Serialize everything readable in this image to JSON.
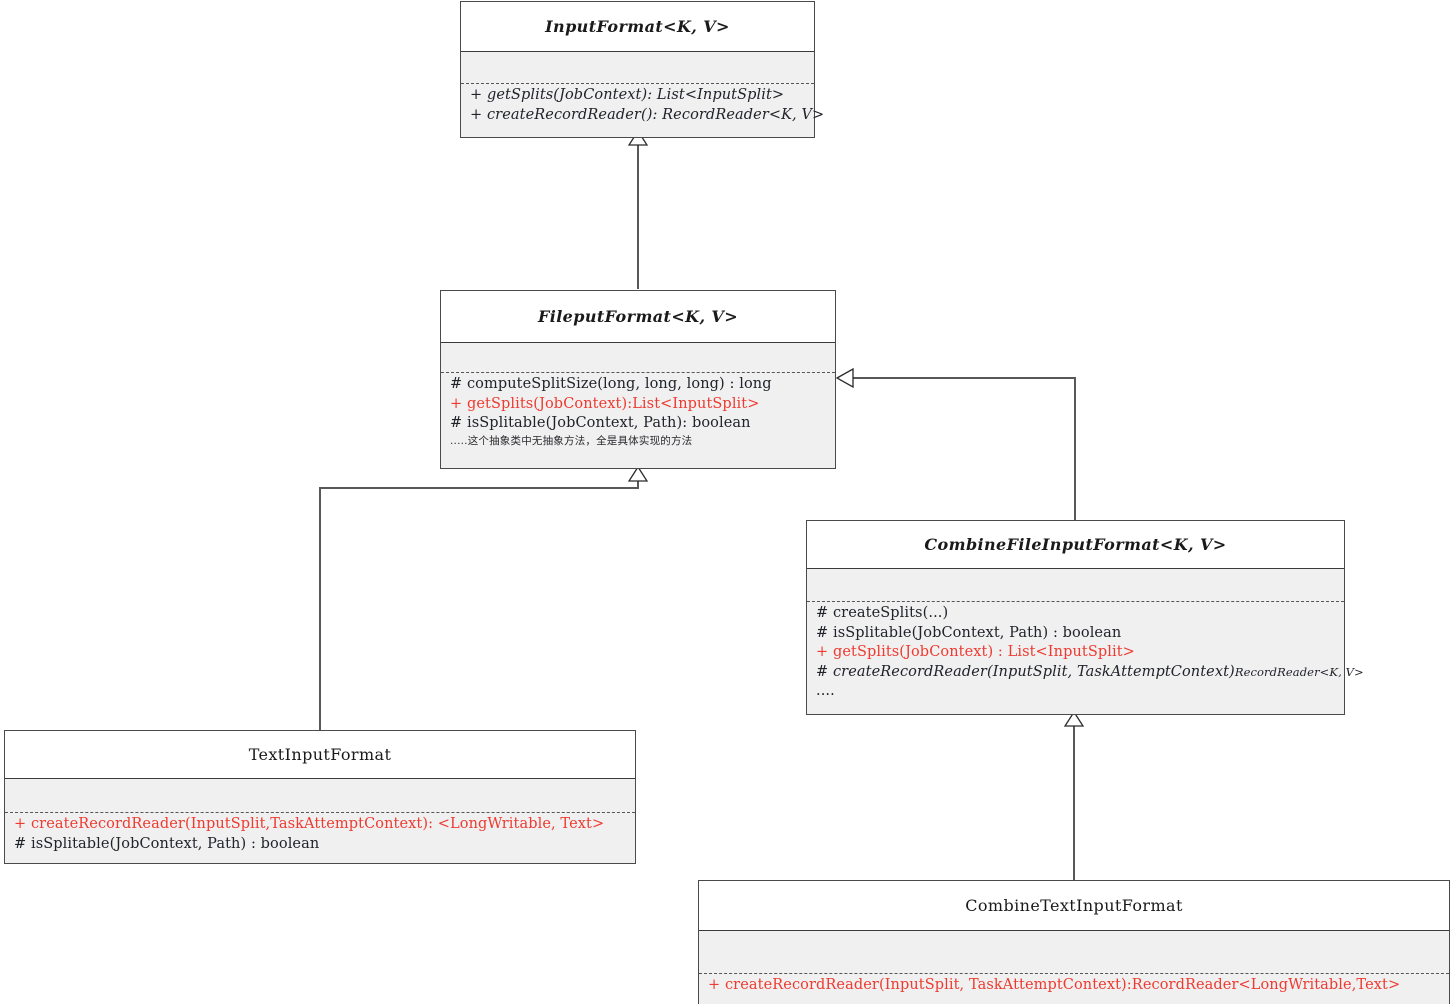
{
  "diagram": {
    "title": "Hadoop InputFormat class hierarchy",
    "colors": {
      "highlight_red": "#ee3a30",
      "box_border": "#4a4a4a",
      "compartment_fill": "#f0f0f0",
      "header_fill": "#ffffff",
      "connector": "#585858",
      "text": "#20232a"
    },
    "classes": [
      {
        "id": "input-format",
        "name": "InputFormat<K, V>",
        "abstract": true,
        "attributes": [],
        "operations": [
          {
            "text": "+ getSplits(JobContext): List<InputSplit>",
            "style": "italic",
            "color": "default"
          },
          {
            "text": "+ createRecordReader():  RecordReader<K, V>",
            "style": "italic",
            "color": "default"
          }
        ]
      },
      {
        "id": "file-input-format",
        "name": "FileputFormat<K, V>",
        "abstract": true,
        "attributes": [],
        "operations": [
          {
            "text": "# computeSplitSize(long, long, long) : long",
            "style": "normal",
            "color": "default"
          },
          {
            "text": "+ getSplits(JobContext):List<InputSplit>",
            "style": "normal",
            "color": "red"
          },
          {
            "text": "# isSplitable(JobContext, Path): boolean",
            "style": "normal",
            "color": "default"
          },
          {
            "text": ".....这个抽象类中无抽象方法，全是具体实现的方法",
            "style": "cn",
            "color": "default"
          }
        ]
      },
      {
        "id": "combine-file-input-format",
        "name": "CombineFileInputFormat<K, V>",
        "abstract": true,
        "attributes": [],
        "operations": [
          {
            "text": "# createSplits(...)",
            "style": "normal",
            "color": "default"
          },
          {
            "text": "# isSplitable(JobContext, Path) : boolean",
            "style": "normal",
            "color": "default"
          },
          {
            "text": "+ getSplits(JobContext) : List<InputSplit>",
            "style": "normal",
            "color": "red"
          },
          {
            "text": "# createRecordReader(InputSplit, TaskAttemptContext)",
            "tail": "RecordReader<K, V>",
            "style": "italic",
            "color": "default"
          },
          {
            "text": "....",
            "style": "normal",
            "color": "default"
          }
        ]
      },
      {
        "id": "text-input-format",
        "name": "TextInputFormat",
        "abstract": false,
        "attributes": [],
        "operations": [
          {
            "text": "+ createRecordReader(InputSplit,TaskAttemptContext): <LongWritable, Text>",
            "style": "normal",
            "color": "red"
          },
          {
            "text": "# isSplitable(JobContext, Path) : boolean",
            "style": "normal",
            "color": "default"
          }
        ]
      },
      {
        "id": "combine-text-input-format",
        "name": "CombineTextInputFormat",
        "abstract": false,
        "attributes": [],
        "operations": [
          {
            "text": "+ createRecordReader(InputSplit, TaskAttemptContext):RecordReader<LongWritable,Text>",
            "style": "normal",
            "color": "red"
          }
        ]
      }
    ],
    "relations": [
      {
        "type": "generalization",
        "from": "FileputFormat<K, V>",
        "to": "InputFormat<K, V>"
      },
      {
        "type": "generalization",
        "from": "CombineFileInputFormat<K, V>",
        "to": "FileputFormat<K, V>"
      },
      {
        "type": "generalization",
        "from": "TextInputFormat",
        "to": "FileputFormat<K, V>"
      },
      {
        "type": "generalization",
        "from": "CombineTextInputFormat",
        "to": "CombineFileInputFormat<K, V>"
      }
    ]
  }
}
